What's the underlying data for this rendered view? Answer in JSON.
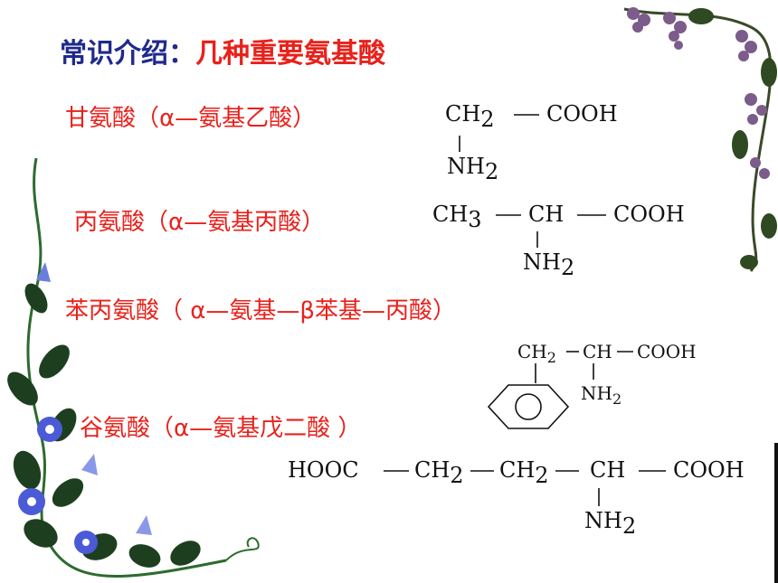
{
  "title": {
    "prefix": "常识介绍：",
    "main": "几种重要氨基酸"
  },
  "amino_acids": [
    {
      "name": "甘氨酸（α—氨基乙酸）"
    },
    {
      "name": "丙氨酸（α—氨基丙酸）"
    },
    {
      "name": "苯丙氨酸（ α—氨基—β苯基—丙酸）"
    },
    {
      "name": "谷氨酸（α—氨基戊二酸 ）"
    }
  ],
  "formulas": {
    "glycine": {
      "ch2": "CH",
      "sub2": "2",
      "cooh": "COOH",
      "nh": "NH",
      "nhsub": "2"
    },
    "alanine": {
      "ch3": "CH",
      "sub3": "3",
      "ch": "CH",
      "cooh": "COOH",
      "nh": "NH",
      "nhsub": "2"
    },
    "phenylalanine": {
      "ch2": "CH",
      "sub2": "2",
      "ch": "CH",
      "cooh": "COOH",
      "nh": "NH",
      "nhsub": "2"
    },
    "glutamic": {
      "hooc": "HOOC",
      "ch2a": "CH",
      "suba": "2",
      "ch2b": "CH",
      "subb": "2",
      "ch": "CH",
      "cooh": "COOH",
      "nh": "NH",
      "nhsub": "2"
    }
  },
  "colors": {
    "title_blue": "#1f2a8c",
    "accent_red": "#e8211b",
    "vine_green": "#1e6b2a",
    "flower_blue": "#4b5ad6",
    "grape_purple": "#7b5c8a"
  }
}
